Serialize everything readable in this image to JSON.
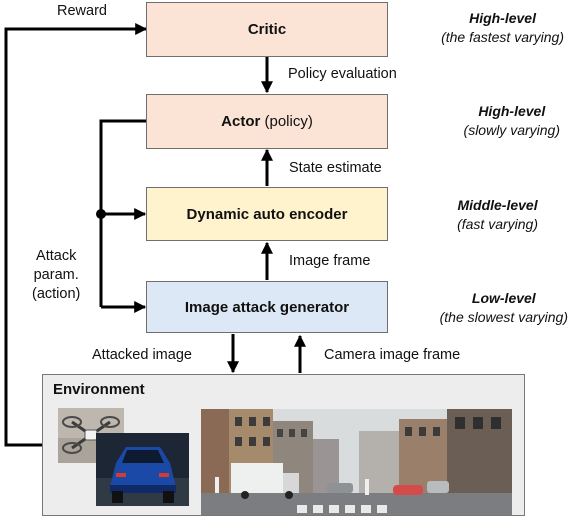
{
  "boxes": {
    "critic": "Critic",
    "actor_bold": "Actor",
    "actor_rest": " (policy)",
    "encoder": "Dynamic auto encoder",
    "attack": "Image attack generator"
  },
  "edges": {
    "reward": "Reward",
    "policy_evaluation": "Policy evaluation",
    "state_estimate": "State estimate",
    "image_frame": "Image frame",
    "attack_param": [
      "Attack",
      "param.",
      "(action)"
    ],
    "attacked_image": "Attacked image",
    "camera_image_frame": "Camera image frame"
  },
  "levels": [
    {
      "title": "High-level",
      "desc": "(the fastest varying)"
    },
    {
      "title": "High-level",
      "desc": "(slowly varying)"
    },
    {
      "title": "Middle-level",
      "desc": "(fast varying)"
    },
    {
      "title": "Low-level",
      "desc": "(the slowest varying)"
    }
  ],
  "environment": {
    "title": "Environment",
    "images": [
      "drone-photo",
      "blue-car-photo",
      "city-street-photo"
    ]
  },
  "colors": {
    "critic_fill": "#fbe3d6",
    "actor_fill": "#fbe3d6",
    "encoder_fill": "#fef3cc",
    "attack_fill": "#dce8f5",
    "environment_fill": "#ededed"
  }
}
